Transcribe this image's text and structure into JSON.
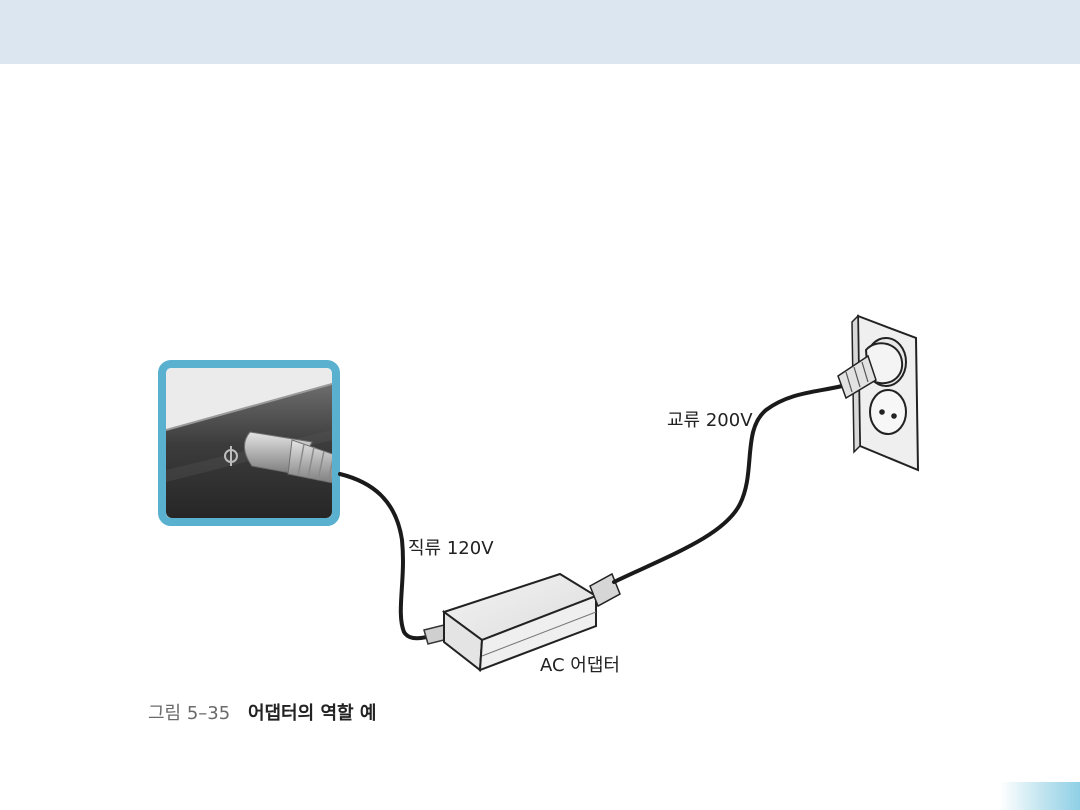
{
  "figure": {
    "labels": {
      "dc": "직류 120V",
      "ac": "교류 200V",
      "adapter": "AC 어댑터"
    },
    "caption": {
      "number": "그림 5–35",
      "text": "어댑터의 역할 예"
    },
    "colors": {
      "header_band": "#dce6f1",
      "inset_border": "#5ab0cf",
      "cable": "#1a1a1a"
    }
  }
}
